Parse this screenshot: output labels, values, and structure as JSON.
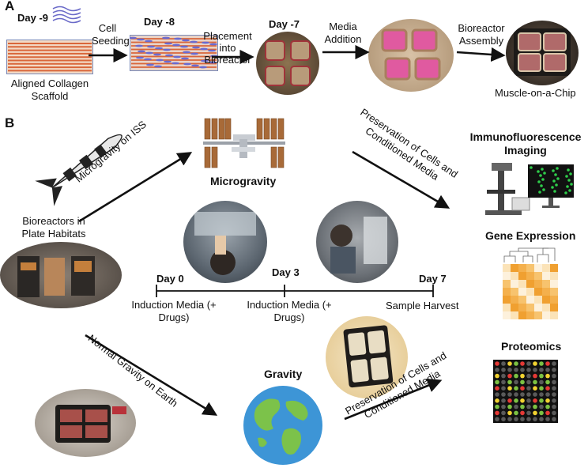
{
  "panel_a": {
    "label": "A",
    "day_m9": "Day -9",
    "day_m8": "Day -8",
    "day_m7": "Day -7",
    "scaffold_label": "Aligned Collagen Scaffold",
    "cell_seeding": "Cell Seeding",
    "placement": "Placement into Bioreactor",
    "media_addition": "Media Addition",
    "bioreactor_assembly": "Bioreactor Assembly",
    "muscle_on_chip": "Muscle-on-a-Chip"
  },
  "panel_b": {
    "label": "B",
    "microgravity": "Microgravity",
    "microgravity_on_iss": "Microgravity on ISS",
    "bioreactors_in_plate": "Bioreactors in Plate Habitats",
    "preservation_top": "Preservation of Cells and Conditioned Media",
    "preservation_bottom": "Preservation of Cells and Conditioned Media",
    "normal_gravity_earth": "Normal Gravity on Earth",
    "gravity": "Gravity",
    "timeline": {
      "day0": "Day 0",
      "day3": "Day 3",
      "day7": "Day 7",
      "induction1": "Induction Media (+ Drugs)",
      "induction2": "Induction Media (+ Drugs)",
      "harvest": "Sample Harvest"
    },
    "outputs": {
      "immuno": "Immunofluorescence Imaging",
      "gene": "Gene Expression",
      "proteomics": "Proteomics"
    }
  },
  "colors": {
    "arrow": "#111111",
    "scaffold_orange": "#e07a4a",
    "bioreactor_pink": "#d9529a",
    "earth_ocean": "#3d95d6",
    "earth_land": "#7cc24a",
    "heatmap_orange": "#f0a030"
  }
}
